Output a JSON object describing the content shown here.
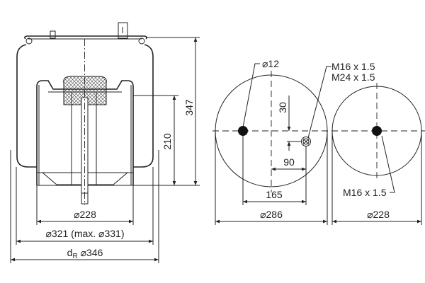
{
  "side_view": {
    "height_overall": "347",
    "height_piston": "210",
    "dia_piston": "⌀228",
    "dia_bellow": "⌀321 (max. ⌀331)",
    "dia_roll_prefix": "d",
    "dia_roll_sub": "R",
    "dia_roll": "⌀346"
  },
  "top_plate_view": {
    "hole_dia": "⌀12",
    "thread_1": "M16 x 1.5",
    "thread_2": "M24 x 1.5",
    "offset_vertical": "30",
    "offset_horizontal": "90",
    "hole_spacing": "165",
    "plate_dia": "⌀286"
  },
  "bottom_view": {
    "thread": "M16 x 1.5",
    "base_dia": "⌀228"
  }
}
